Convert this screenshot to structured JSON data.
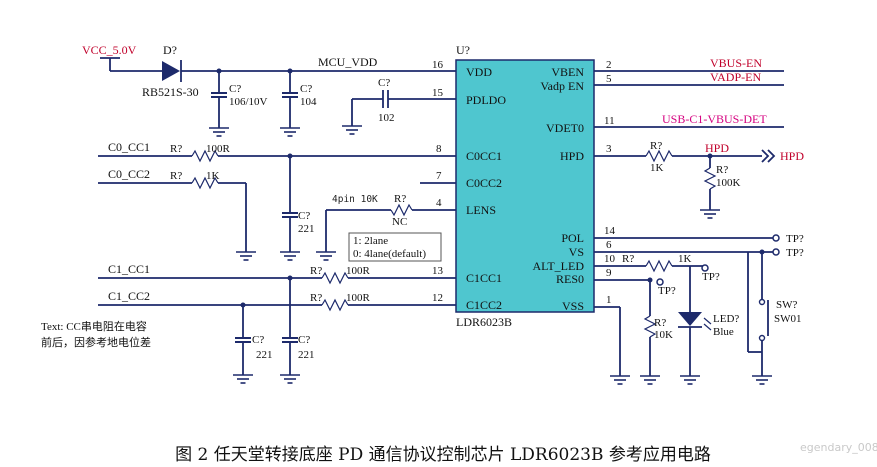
{
  "chip": {
    "designator": "U?",
    "part": "LDR6023B",
    "left_pins": [
      {
        "num": "16",
        "name": "VDD"
      },
      {
        "num": "15",
        "name": "PDLDO"
      },
      {
        "num": "8",
        "name": "C0CC1"
      },
      {
        "num": "7",
        "name": "C0CC2"
      },
      {
        "num": "4",
        "name": "LENS"
      },
      {
        "num": "13",
        "name": "C1CC1"
      },
      {
        "num": "12",
        "name": "C1CC2"
      }
    ],
    "right_pins": [
      {
        "num": "2",
        "name": "VBEN"
      },
      {
        "num": "5",
        "name": "Vadp EN"
      },
      {
        "num": "11",
        "name": "VDET0"
      },
      {
        "num": "3",
        "name": "HPD"
      },
      {
        "num": "14",
        "name": "POL"
      },
      {
        "num": "6",
        "name": "VS"
      },
      {
        "num": "10",
        "name": "ALT_LED"
      },
      {
        "num": "9",
        "name": "RES0"
      },
      {
        "num": "1",
        "name": "VSS"
      }
    ]
  },
  "nets": {
    "vcc": "VCC_5.0V",
    "mcu_vdd": "MCU_VDD",
    "c0cc1": "C0_CC1",
    "c0cc2": "C0_CC2",
    "c1cc1": "C1_CC1",
    "c1cc2": "C1_CC2",
    "vbus_en": "VBUS-EN",
    "vadp_en": "VADP-EN",
    "usb_det": "USB-C1-VBUS-DET",
    "hpd": "HPD",
    "hpd_port": "HPD"
  },
  "parts": {
    "diode_ref": "D?",
    "diode_val": "RB521S-30",
    "c1_ref": "C?",
    "c1_val": "106/10V",
    "c2_ref": "C?",
    "c2_val": "104",
    "c3_ref": "C?",
    "c3_val": "102",
    "r_c0cc1_ref": "R?",
    "r_c0cc1_val": "100R",
    "r_c0cc2_ref": "R?",
    "r_c0cc2_val": "1K",
    "c_c0_ref": "C?",
    "c_c0_val": "221",
    "lens_note": "4pin 10K",
    "r_lens_ref": "R?",
    "r_lens_val": "NC",
    "lens_box_line1": "1: 2lane",
    "lens_box_line2": "0: 4lane(default)",
    "r_c1cc1_ref": "R?",
    "r_c1cc1_val": "100R",
    "r_c1cc2_ref": "R?",
    "r_c1cc2_val": "100R",
    "c_c1a_ref": "C?",
    "c_c1a_val": "221",
    "c_c1b_ref": "C?",
    "c_c1b_val": "221",
    "r_hpd_ref": "R?",
    "r_hpd_val": "1K",
    "r_hpd_pd_ref": "R?",
    "r_hpd_pd_val": "100K",
    "tp_pol": "TP?",
    "tp_vs": "TP?",
    "tp_led": "TP?",
    "tp_res": "TP?",
    "r_led_ref": "R?",
    "r_led_val": "1K",
    "r_res_ref": "R?",
    "r_res_val": "10K",
    "led_ref": "LED?",
    "led_val": "Blue",
    "sw_ref": "SW?",
    "sw_val": "SW01"
  },
  "note": {
    "line1": "Text: CC串电阻在电容",
    "line2": "前后，因参考地电位差"
  },
  "caption": "图 2  任天堂转接底座 PD 通信协议控制芯片 LDR6023B 参考应用电路",
  "watermark": "egendary_008"
}
